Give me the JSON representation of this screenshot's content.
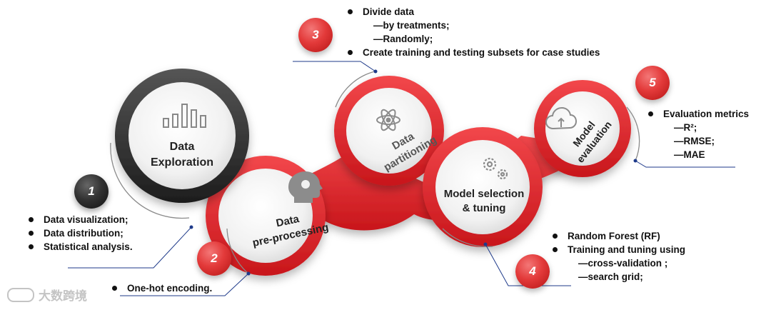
{
  "steps": [
    {
      "number": "1",
      "title": "Data\nExploration",
      "bullets": [
        "Data visualization;",
        "Data distribution;",
        "Statistical analysis."
      ],
      "sub_items": [],
      "icon": "bar-chart-icon"
    },
    {
      "number": "2",
      "title": "Data\npre-processing",
      "bullets": [
        "One-hot encoding."
      ],
      "sub_items": [],
      "icon": "head-gears-icon"
    },
    {
      "number": "3",
      "title": "Data\npartitioning",
      "bullets": [
        "Divide data",
        "Create training and testing subsets for case studies"
      ],
      "sub_items": [
        "—by treatments;",
        "—Randomly;"
      ],
      "icon": "atom-icon"
    },
    {
      "number": "4",
      "title": "Model selection\n& tuning",
      "bullets": [
        "Random Forest (RF)",
        "Training and tuning using"
      ],
      "sub_items": [
        "—cross-validation ;",
        "—search grid;"
      ],
      "icon": "gears-icon"
    },
    {
      "number": "5",
      "title": "Model\nevaluation",
      "bullets": [
        "Evaluation metrics"
      ],
      "sub_items": [
        "—R²;",
        "—RMSE;",
        "—MAE"
      ],
      "icon": "cloud-arrow-icon"
    }
  ],
  "watermark": "大数跨境",
  "colors": {
    "accent_red": "#e8262b",
    "dark_ring": "#2f2f2f",
    "inner_fill": "#f3f3f3"
  }
}
